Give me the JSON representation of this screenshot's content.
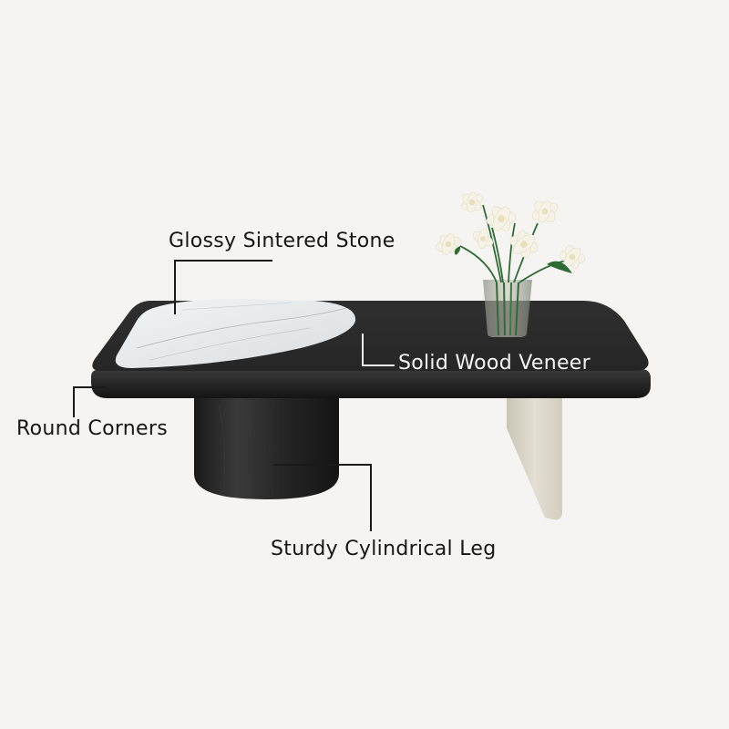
{
  "scene": {
    "subject": "Rectangular black coffee table with glossy white sintered-stone inlay, cylindrical black leg, cream slanted panel leg, and a glass vase of white lilies",
    "background_color": "#f5f4f2",
    "colors": {
      "tabletop": "#2b2b2b",
      "tabletop_edge": "#1e1e1e",
      "stone_inlay": "#e9ecee",
      "cylinder_leg": "#222222",
      "panel_leg": "#d8d4c6",
      "flowers": "#f4f1e4",
      "stems": "#2f6b34"
    }
  },
  "annotations": {
    "stone": {
      "label": "Glossy Sintered Stone"
    },
    "veneer": {
      "label": "Solid Wood Veneer"
    },
    "corners": {
      "label": "Round Corners"
    },
    "leg": {
      "label": "Sturdy Cylindrical Leg"
    }
  }
}
